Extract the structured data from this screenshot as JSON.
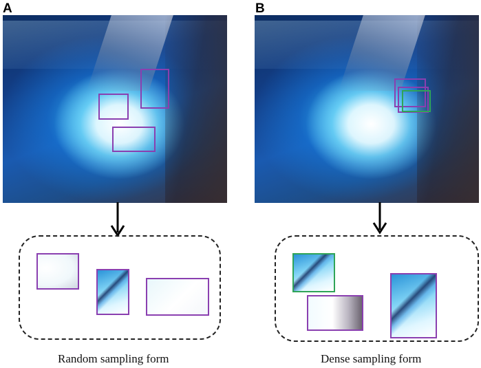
{
  "panels": [
    {
      "letter": "A",
      "caption": "Random sampling form"
    },
    {
      "letter": "B",
      "caption": "Dense sampling form"
    }
  ],
  "colors": {
    "selection": "#8a3fb0",
    "selection_alt": "#2fa457",
    "frame": "#222222"
  }
}
